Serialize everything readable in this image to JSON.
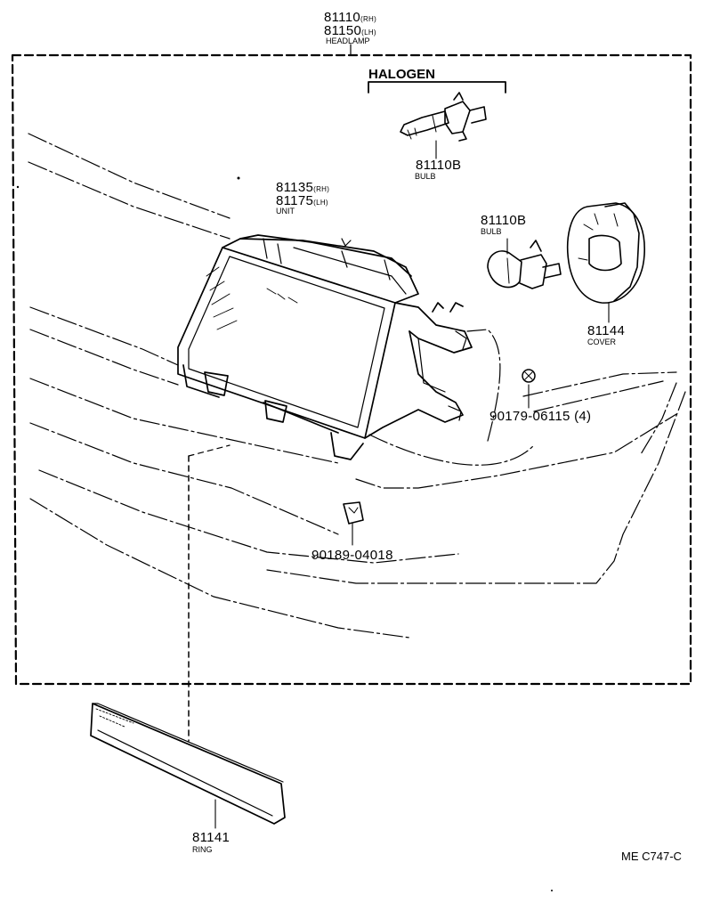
{
  "headlamp": {
    "part_rh": "81110",
    "suffix_rh": "(RH)",
    "part_lh": "81150",
    "suffix_lh": "(LH)",
    "name": "HEADLAMP"
  },
  "halogen": {
    "title": "HALOGEN"
  },
  "bulb_halogen": {
    "part": "81110B",
    "name": "BULB"
  },
  "bulb_side": {
    "part": "81110B",
    "name": "BULB"
  },
  "unit": {
    "part_rh": "81135",
    "suffix_rh": "(RH)",
    "part_lh": "81175",
    "suffix_lh": "(LH)",
    "name": "UNIT"
  },
  "cover": {
    "part": "81144",
    "name": "COVER"
  },
  "screw": {
    "part": "90179-06115",
    "qty": "(4)"
  },
  "nut": {
    "part": "90189-04018"
  },
  "ring": {
    "part": "81141",
    "name": "RING"
  },
  "diagram_code": "ME C747-C"
}
